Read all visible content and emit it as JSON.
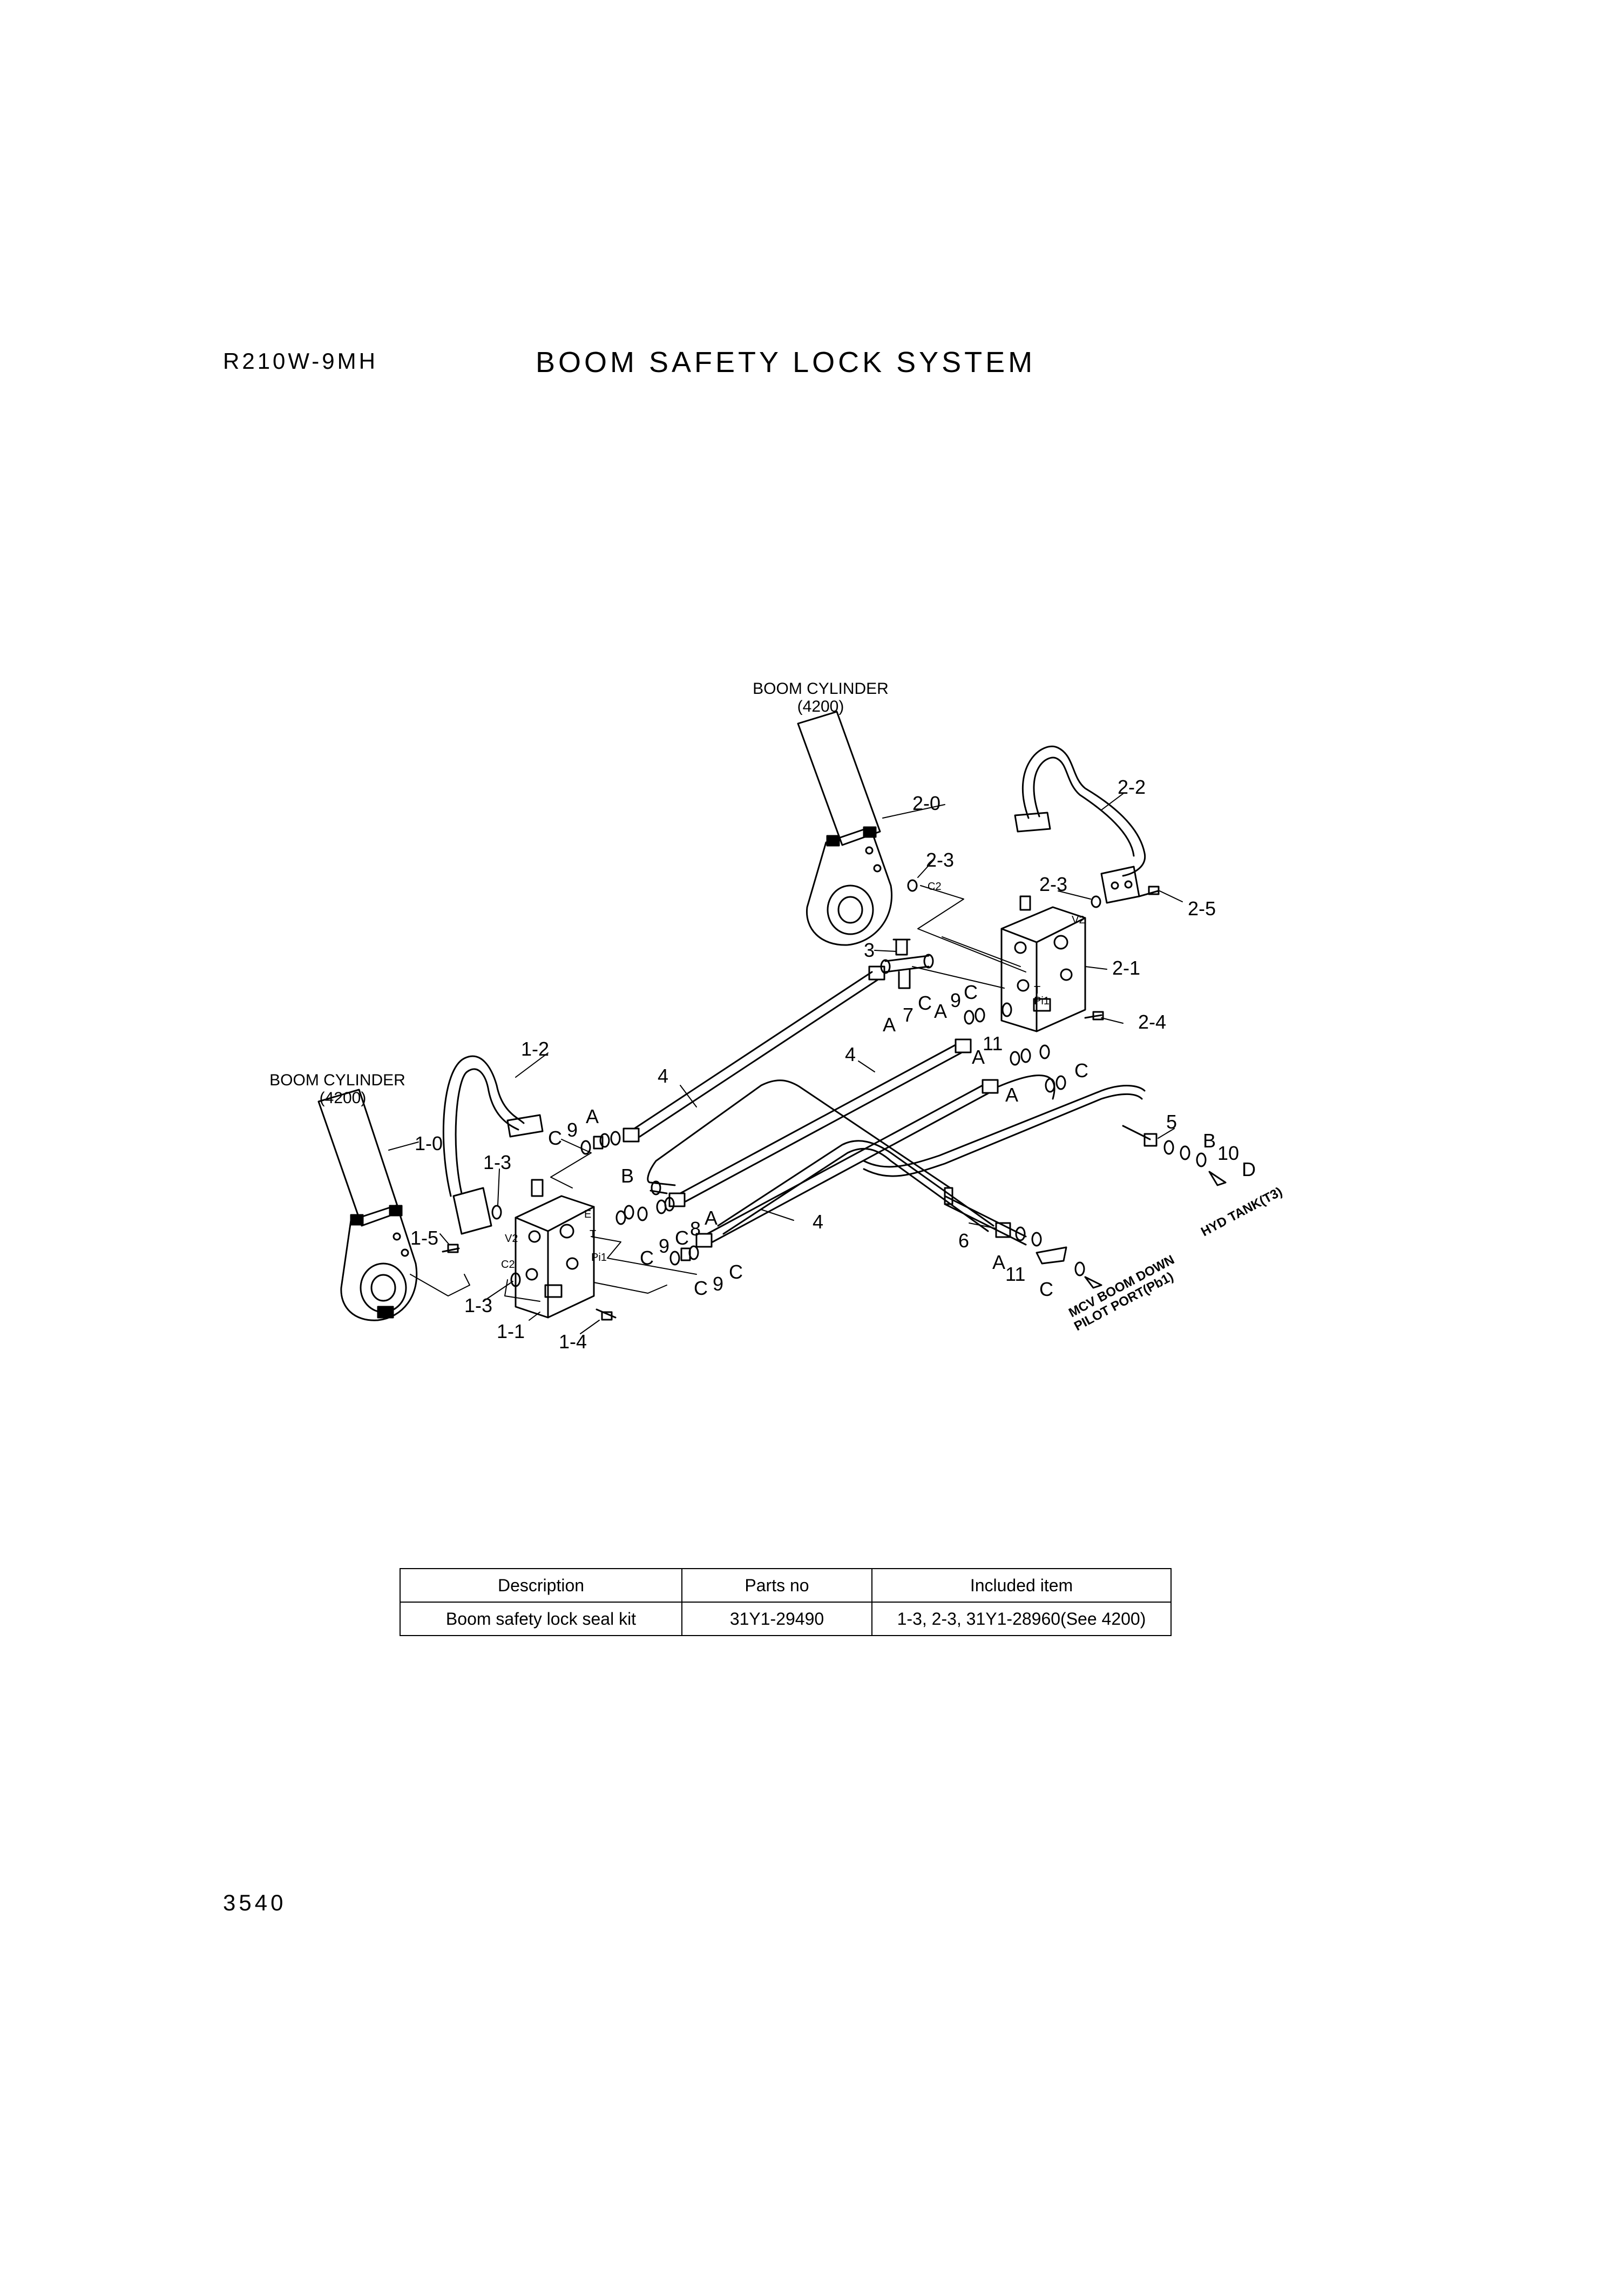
{
  "header": {
    "model": "R210W-9MH",
    "title": "BOOM SAFETY LOCK SYSTEM"
  },
  "diagram": {
    "cylinder_top": {
      "name": "BOOM CYLINDER",
      "ref": "(4200)"
    },
    "cylinder_left": {
      "name": "BOOM CYLINDER",
      "ref": "(4200)"
    },
    "callouts": [
      {
        "id": "c-2-0",
        "text": "2-0"
      },
      {
        "id": "c-2-2",
        "text": "2-2"
      },
      {
        "id": "c-2-3a",
        "text": "2-3"
      },
      {
        "id": "c-2-3b",
        "text": "2-3"
      },
      {
        "id": "c-2-5",
        "text": "2-5"
      },
      {
        "id": "c-2-1",
        "text": "2-1"
      },
      {
        "id": "c-2-4",
        "text": "2-4"
      },
      {
        "id": "c-3",
        "text": "3"
      },
      {
        "id": "c-7",
        "text": "7"
      },
      {
        "id": "c-A1",
        "text": "A"
      },
      {
        "id": "c-C1",
        "text": "C"
      },
      {
        "id": "c-A2",
        "text": "A"
      },
      {
        "id": "c-9a",
        "text": "9"
      },
      {
        "id": "c-C2",
        "text": "C"
      },
      {
        "id": "c-11a",
        "text": "11"
      },
      {
        "id": "c-A3",
        "text": "A"
      },
      {
        "id": "c-C3",
        "text": "C"
      },
      {
        "id": "c-A4",
        "text": "A"
      },
      {
        "id": "c-4a",
        "text": "4"
      },
      {
        "id": "c-4b",
        "text": "4"
      },
      {
        "id": "c-4c",
        "text": "4"
      },
      {
        "id": "c-5",
        "text": "5"
      },
      {
        "id": "c-B1",
        "text": "B"
      },
      {
        "id": "c-10",
        "text": "10"
      },
      {
        "id": "c-D",
        "text": "D"
      },
      {
        "id": "c-1-2",
        "text": "1-2"
      },
      {
        "id": "c-1-0",
        "text": "1-0"
      },
      {
        "id": "c-1-3a",
        "text": "1-3"
      },
      {
        "id": "c-1-3b",
        "text": "1-3"
      },
      {
        "id": "c-1-5",
        "text": "1-5"
      },
      {
        "id": "c-1-1",
        "text": "1-1"
      },
      {
        "id": "c-1-4",
        "text": "1-4"
      },
      {
        "id": "c-C4",
        "text": "C"
      },
      {
        "id": "c-9b",
        "text": "9"
      },
      {
        "id": "c-A5",
        "text": "A"
      },
      {
        "id": "c-B2",
        "text": "B"
      },
      {
        "id": "c-8",
        "text": "8"
      },
      {
        "id": "c-A6",
        "text": "A"
      },
      {
        "id": "c-9c",
        "text": "9"
      },
      {
        "id": "c-C5",
        "text": "C"
      },
      {
        "id": "c-C6",
        "text": "C"
      },
      {
        "id": "c-9d",
        "text": "9"
      },
      {
        "id": "c-C7",
        "text": "C"
      },
      {
        "id": "c-C8",
        "text": "C"
      },
      {
        "id": "c-6",
        "text": "6"
      },
      {
        "id": "c-A7",
        "text": "A"
      },
      {
        "id": "c-11b",
        "text": "11"
      },
      {
        "id": "c-C9",
        "text": "C"
      }
    ],
    "ports": {
      "c2_top": "C2",
      "v2_top": "V2",
      "t_top": "T",
      "pi1_top": "Pi1",
      "v2_left": "V2",
      "e_left": "E",
      "t_left": "T",
      "c2_left": "C2",
      "pi1_left": "Pi1"
    },
    "notes": {
      "hyd_tank": "HYD TANK(T3)",
      "mcv_line1": "MCV BOOM DOWN",
      "mcv_line2": "PILOT PORT(Pb1)"
    }
  },
  "parts_table": {
    "headers": [
      "Description",
      "Parts no",
      "Included item"
    ],
    "rows": [
      [
        "Boom safety lock seal kit",
        "31Y1-29490",
        "1-3, 2-3, 31Y1-28960(See 4200)"
      ]
    ]
  },
  "footer": {
    "page_number": "3540"
  }
}
